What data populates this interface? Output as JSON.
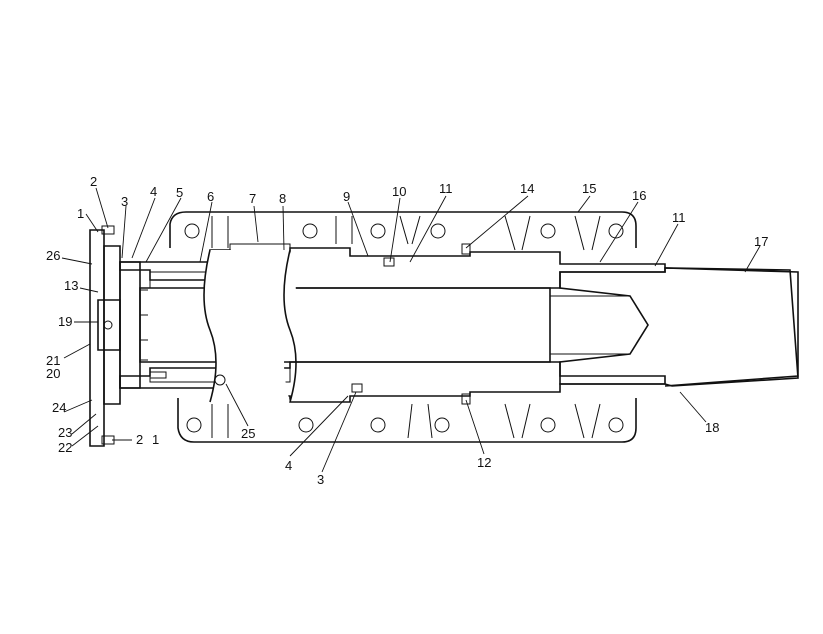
{
  "callouts": {
    "c1a": "1",
    "c2a": "2",
    "c3a": "3",
    "c4a": "4",
    "c5": "5",
    "c6": "6",
    "c7": "7",
    "c8": "8",
    "c9": "9",
    "c10": "10",
    "c11a": "11",
    "c14": "14",
    "c15": "15",
    "c16": "16",
    "c11b": "11",
    "c17": "17",
    "c26": "26",
    "c13": "13",
    "c19": "19",
    "c21": "21",
    "c20": "20",
    "c24": "24",
    "c23": "23",
    "c22": "22",
    "c2b": "2",
    "c1b": "1",
    "c25": "25",
    "c4b": "4",
    "c3b": "3",
    "c12": "12",
    "c18": "18"
  }
}
